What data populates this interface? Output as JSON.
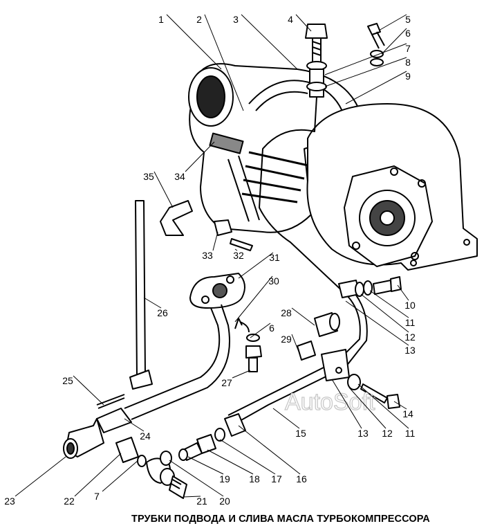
{
  "title": "ТРУБКИ ПОДВОДА И СЛИВА МАСЛА ТУРБОКОМПРЕССОРА",
  "watermark": "AutoSoft",
  "callouts": [
    "1",
    "2",
    "3",
    "4",
    "5",
    "6",
    "7",
    "8",
    "9",
    "10",
    "11",
    "12",
    "13",
    "14",
    "11",
    "12",
    "13",
    "15",
    "16",
    "17",
    "18",
    "19",
    "20",
    "21",
    "22",
    "23",
    "24",
    "25",
    "26",
    "27",
    "28",
    "29",
    "30",
    "31",
    "32",
    "33",
    "34",
    "35",
    "6",
    "7"
  ]
}
